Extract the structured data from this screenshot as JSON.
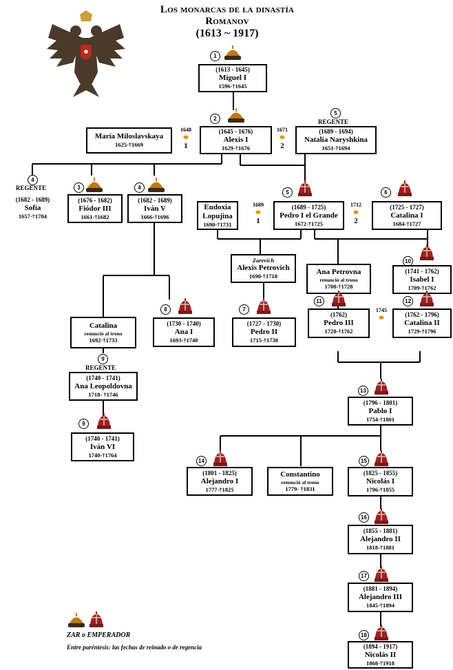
{
  "title": {
    "line1": "Los monarcas de la dinastía Romanov",
    "line2": "(1613 ~ 1917)"
  },
  "regente_label": "REGENTE",
  "boxes": {
    "miguel": {
      "num": "1",
      "reign": "(1613 - 1645)",
      "name": "Miguel I",
      "life": "1596-†1645"
    },
    "alexis": {
      "num": "2",
      "reign": "(1645 - 1676)",
      "name": "Alexis I",
      "life": "1629-†1676"
    },
    "maria": {
      "name": "María Miloslavskaya",
      "life": "1625-†1669"
    },
    "natalia": {
      "num": "5",
      "reign": "(1689 - 1694)",
      "name": "Natalia Naryshkina",
      "life": "1651-†1694"
    },
    "sofia": {
      "num": "4",
      "reign": "(1682 - 1689)",
      "name": "Sofía",
      "life": "1657-†1704"
    },
    "fiodor": {
      "num": "3",
      "reign": "(1676 - 1682)",
      "name": "Fiódor III",
      "life": "1661-†1682"
    },
    "ivan5": {
      "num": "4",
      "reign": "(1682 - 1689)",
      "name": "Iván V",
      "life": "1666-†1696"
    },
    "eudoxia": {
      "name1": "Eudoxia",
      "name2": "Lopujina",
      "life": "1690-†1731"
    },
    "pedro1": {
      "num": "5",
      "reign": "(1689 - 1725)",
      "name": "Pedro I el Grande",
      "life": "1672-†1725"
    },
    "catalina1": {
      "num": "6",
      "reign": "(1725 - 1727)",
      "name": "Catalina I",
      "life": "1684-†1727"
    },
    "alexisp": {
      "pre": "Zarevich",
      "name": "Alexis Petrovich",
      "life": "1690-†1718"
    },
    "anapetrovna": {
      "name": "Ana Petrovna",
      "note": "renunció al trono",
      "life": "1708-†1728"
    },
    "isabel": {
      "num": "10",
      "reign": "(1741 - 1762)",
      "name": "Isabel I",
      "life": "1709-†1762"
    },
    "catalinaiv": {
      "name": "Catalina",
      "note": "renunció al trono",
      "life": "1692-†1733"
    },
    "ana1": {
      "num": "8",
      "reign": "(1730 - 1740)",
      "name": "Ana I",
      "life": "1693-†1740"
    },
    "pedro2": {
      "num": "7",
      "reign": "(1727 - 1730)",
      "name": "Pedro II",
      "life": "1715-†1730"
    },
    "pedro3": {
      "num": "11",
      "reign": "(1762)",
      "name": "Pedro III",
      "life": "1728-†1762"
    },
    "catalina2": {
      "num": "12",
      "reign": "(1762 - 1796)",
      "name": "Catalina II",
      "life": "1729-†1796"
    },
    "analeop": {
      "num": "9",
      "reign": "(1740 - 1741)",
      "name": "Ana Leopoldovna",
      "life": "1718- †1746"
    },
    "ivan6": {
      "num": "9",
      "reign": "(1740 - 1741)",
      "name": "Iván VI",
      "life": "1740-†1764"
    },
    "pablo": {
      "num": "13",
      "reign": "(1796 - 1801)",
      "name": "Pablo I",
      "life": "1754-†1801"
    },
    "alejandro1": {
      "num": "14",
      "reign": "(1801 - 1825)",
      "name": "Alejandro I",
      "life": "1777-†1825"
    },
    "constantino": {
      "name": "Constantino",
      "note": "renunció al trono",
      "life": "1779- †1831"
    },
    "nicolas1": {
      "num": "15",
      "reign": "(1825 - 1855)",
      "name": "Nicolás I",
      "life": "1796-†1855"
    },
    "alejandro2": {
      "num": "16",
      "reign": "(1855 - 1881)",
      "name": "Alejandro II",
      "life": "1818-†1881"
    },
    "alejandro3": {
      "num": "17",
      "reign": "(1881 - 1894)",
      "name": "Alejandro III",
      "life": "1845-†1894"
    },
    "nicolas2": {
      "num": "18",
      "reign": "(1894 - 1917)",
      "name": "Nicolás II",
      "life": "1868-†1918"
    }
  },
  "marriages": {
    "m1648": {
      "year": "1648",
      "order": "1"
    },
    "m1671": {
      "year": "1671",
      "order": "2"
    },
    "m1689": {
      "year": "1689",
      "order": "1"
    },
    "m1712": {
      "year": "1712",
      "order": "2"
    },
    "m1745": {
      "year": "1745"
    }
  },
  "legend": {
    "line1": "ZAR o EMPERADOR",
    "line2": "Entre paréntesis: las fechas de reinado o de regencia"
  },
  "icons": {
    "zar_crown": "cap-of-monomakh-icon",
    "emperor_crown": "imperial-crown-icon",
    "emblem": "double-headed-eagle-icon",
    "rings": "wedding-rings-icon"
  },
  "colors": {
    "zar_crown": "#c07a10",
    "emperor_crown": "#a02020",
    "rings": "#e08c00",
    "eagle": "#4a3a2a"
  }
}
